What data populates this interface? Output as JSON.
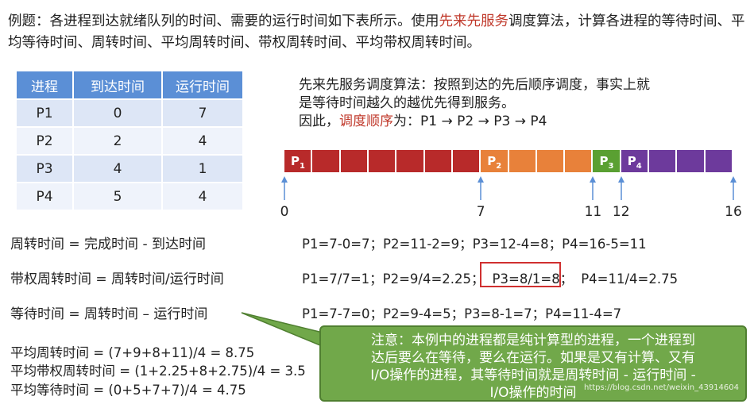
{
  "question": {
    "part1": "例题：各进程到达就绪队列的时间、需要的运行时间如下表所示。使用",
    "highlight": "先来先服务",
    "part2": "调度算法，计算各进程的等待时间、平均等待时间、周转时间、平均周转时间、带权周转时间、平均带权周转时间。"
  },
  "table": {
    "headers": [
      "进程",
      "到达时间",
      "运行时间"
    ],
    "rows": [
      [
        "P1",
        "0",
        "7"
      ],
      [
        "P2",
        "2",
        "4"
      ],
      [
        "P3",
        "4",
        "1"
      ],
      [
        "P4",
        "5",
        "4"
      ]
    ]
  },
  "explanation": {
    "line1": "先来先服务调度算法：按照到达的先后顺序调度，事实上就",
    "line2": "是等待时间越久的越优先得到服务。",
    "line3_prefix": "因此，",
    "line3_highlight": "调度顺序",
    "line3_suffix": "为：P1 → P2 → P3 → P4"
  },
  "gantt": {
    "segments": [
      {
        "label": "P",
        "sub": "1",
        "start": 0,
        "end": 7,
        "color": "#b82a2a"
      },
      {
        "label": "P",
        "sub": "2",
        "start": 7,
        "end": 11,
        "color": "#e8813a"
      },
      {
        "label": "P",
        "sub": "3",
        "start": 11,
        "end": 12,
        "color": "#5aa032"
      },
      {
        "label": "P",
        "sub": "4",
        "start": 12,
        "end": 16,
        "color": "#6d3a9c"
      }
    ],
    "ticks": [
      "0",
      "7",
      "11",
      "12",
      "16"
    ]
  },
  "formulas": {
    "turnaround": "周转时间 = 完成时间 - 到达时间",
    "weighted": "带权周转时间 = 周转时间/运行时间",
    "waiting": "等待时间 = 周转时间 – 运行时间"
  },
  "results": {
    "turnaround": "P1=7-0=7；P2=11-2=9；P3=12-4=8；P4=16-5=11",
    "weighted_a": "P1=7/7=1；P2=9/4=2.25；",
    "weighted_b": "P3=8/1=8；",
    "weighted_c": "P4=11/4=2.75",
    "waiting": "P1=7-7=0；P2=9-4=5；P3=8-1=7；P4=11-4=7"
  },
  "averages": {
    "turnaround": "平均周转时间 = (7+9+8+11)/4 = 8.75",
    "weighted": "平均带权周转时间 = (1+2.25+8+2.75)/4 = 3.5",
    "waiting": "平均等待时间 = (0+5+7+7)/4 = 4.75"
  },
  "note": {
    "line1": "注意：本例中的进程都是纯计算型的进程，一个进程到",
    "line2": "达后要么在等待，要么在运行。如果是又有计算、又有",
    "line3": "I/O操作的进程，其等待时间就是周转时间 - 运行时间 -",
    "line4": "I/O操作的时间"
  },
  "watermark": "https://blog.csdn.net/weixin_43914604"
}
